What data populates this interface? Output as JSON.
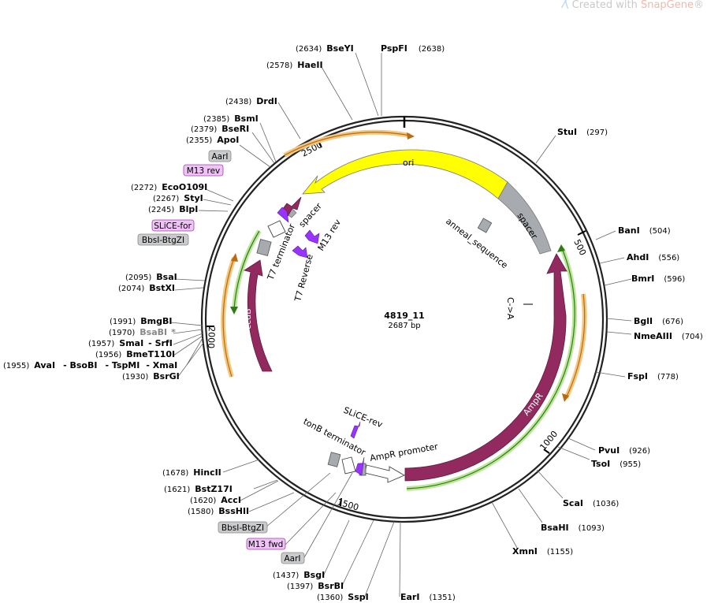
{
  "watermark": {
    "prefix": "Created with ",
    "brand": "SnapGene",
    "suffix": "®"
  },
  "plasmid": {
    "name": "4819_11",
    "length_label": "2687 bp"
  },
  "colors": {
    "ori": "#ffff00",
    "spacer": "#a7abb0",
    "AmpR": "#922a5f",
    "ccdB": "#922a5f",
    "promoter": "#ffffff",
    "primer_bind": "#9933ff",
    "orf_green": "#4aa31f",
    "orf_orange": "#e99a2c",
    "tag_purple_fill": "#efc3f5",
    "tag_purple_border": "#a040b0",
    "tag_gray_fill": "#c9cbcd",
    "tag_gray_border": "#888888"
  },
  "ticks": [
    "500",
    "1000",
    "1500",
    "2000",
    "2500"
  ],
  "features": [
    {
      "name": "ori",
      "type": "ori"
    },
    {
      "name": "spacer",
      "type": "spacer"
    },
    {
      "name": "spacer",
      "type": "spacer"
    },
    {
      "name": "AmpR",
      "type": "CDS"
    },
    {
      "name": "AmpR promoter",
      "type": "promoter"
    },
    {
      "name": "ccdB",
      "type": "CDS"
    },
    {
      "name": "T7 terminator",
      "type": "terminator"
    },
    {
      "name": "tonB terminator",
      "type": "terminator"
    },
    {
      "name": "anneal_sequence",
      "type": "misc"
    },
    {
      "name": "C->A",
      "type": "mutation"
    },
    {
      "name": "M13 rev",
      "type": "primer_bind"
    },
    {
      "name": "T7 Reverse",
      "type": "primer_bind"
    },
    {
      "name": "SLiCE-rev",
      "type": "primer_bind"
    }
  ],
  "sites": [
    {
      "name": "BseYI",
      "pos": "(2634)"
    },
    {
      "name": "PspFI",
      "pos": "(2638)"
    },
    {
      "name": "HaeII",
      "pos": "(2578)"
    },
    {
      "name": "DrdI",
      "pos": "(2438)"
    },
    {
      "name": "BsmI",
      "pos": "(2385)"
    },
    {
      "name": "BseRI",
      "pos": "(2379)"
    },
    {
      "name": "ApoI",
      "pos": "(2355)"
    },
    {
      "name": "EcoO109I",
      "pos": "(2272)"
    },
    {
      "name": "StyI",
      "pos": "(2267)"
    },
    {
      "name": "BlpI",
      "pos": "(2245)"
    },
    {
      "name": "BsaI",
      "pos": "(2095)"
    },
    {
      "name": "BstXI",
      "pos": "(2074)"
    },
    {
      "name": "BmgBI",
      "pos": "(1991)"
    },
    {
      "name": "BsaBI",
      "pos": "(1970)",
      "note": "*"
    },
    {
      "name": "SmaI",
      "pos": "(1957)",
      "extra": "- SrfI"
    },
    {
      "name": "BmeT110I",
      "pos": "(1956)"
    },
    {
      "name": "AvaI",
      "pos": "(1955)",
      "extra": "- BsoBI",
      "extra2": "- TspMI",
      "extra3": "- XmaI"
    },
    {
      "name": "BsrGI",
      "pos": "(1930)"
    },
    {
      "name": "HincII",
      "pos": "(1678)"
    },
    {
      "name": "BstZ17I",
      "pos": "(1621)"
    },
    {
      "name": "AccI",
      "pos": "(1620)"
    },
    {
      "name": "BssHII",
      "pos": "(1580)"
    },
    {
      "name": "BsgI",
      "pos": "(1437)"
    },
    {
      "name": "BsrBI",
      "pos": "(1397)"
    },
    {
      "name": "SspI",
      "pos": "(1360)"
    },
    {
      "name": "EarI",
      "pos": "(1351)"
    },
    {
      "name": "XmnI",
      "pos": "(1155)"
    },
    {
      "name": "BsaHI",
      "pos": "(1093)"
    },
    {
      "name": "ScaI",
      "pos": "(1036)"
    },
    {
      "name": "TsoI",
      "pos": "(955)"
    },
    {
      "name": "PvuI",
      "pos": "(926)"
    },
    {
      "name": "FspI",
      "pos": "(778)"
    },
    {
      "name": "NmeAIII",
      "pos": "(704)"
    },
    {
      "name": "BglI",
      "pos": "(676)"
    },
    {
      "name": "BmrI",
      "pos": "(596)"
    },
    {
      "name": "AhdI",
      "pos": "(556)"
    },
    {
      "name": "BanI",
      "pos": "(504)"
    },
    {
      "name": "StuI",
      "pos": "(297)"
    }
  ],
  "tags": [
    "AarI",
    "M13 rev",
    "SLiCE-for",
    "BbsI-BtgZI",
    "BbsI-BtgZI",
    "M13 fwd",
    "AarI"
  ]
}
